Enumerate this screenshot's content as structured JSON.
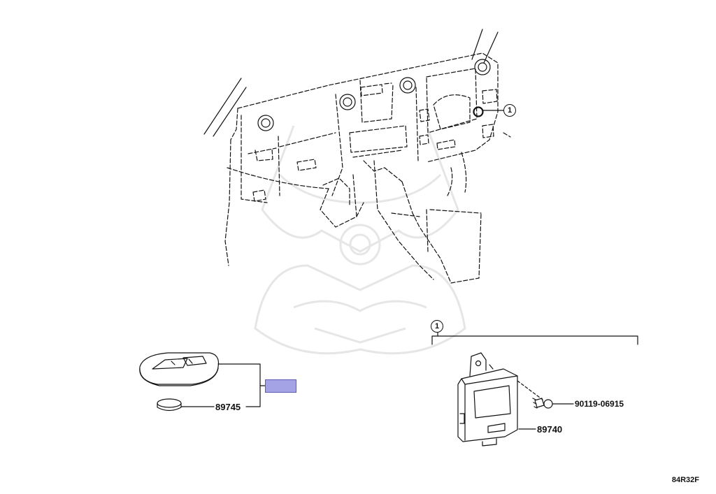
{
  "diagram": {
    "colors": {
      "line": "#111111",
      "highlight_fill": "#a3a3e6",
      "highlight_stroke": "#5b5bb5",
      "watermark": "#e6e6e6",
      "background": "#ffffff"
    },
    "callouts": {
      "dash_marker": "1",
      "module_group_marker": "1"
    },
    "parts": {
      "battery": "89745",
      "bolt": "90119-06915",
      "receiver_module": "89740"
    },
    "illustration_code": "84R32F",
    "icons": {
      "dashboard": "dashboard-illustration",
      "key_fob": "smart-key-fob-icon",
      "battery": "coin-battery-icon",
      "module": "receiver-module-icon",
      "bolt": "bolt-icon",
      "watermark": "samurai-helmet-watermark"
    }
  }
}
